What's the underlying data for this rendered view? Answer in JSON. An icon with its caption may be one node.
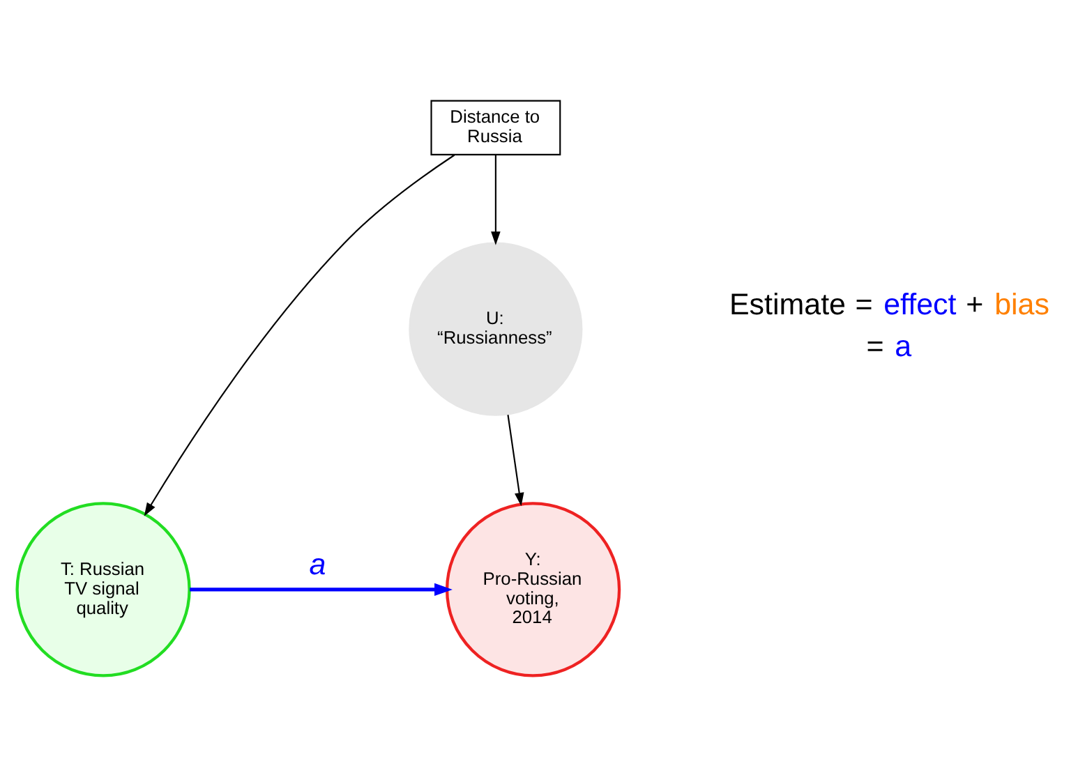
{
  "diagram": {
    "nodes": [
      {
        "text": [
          "Distance to Russia"
        ]
      },
      {
        "text": [
          "U: “Russianness”"
        ]
      },
      {
        "text": [
          "T: Russian TV signal quality"
        ]
      },
      {
        "text": [
          "Y: Pro-Russian voting, 2014"
        ]
      }
    ],
    "edges": [
      {
        "from": 0,
        "to": 1,
        "arrow": "to"
      },
      {
        "from": 0,
        "to": 2,
        "arrow": "to"
      },
      {
        "from": 1,
        "to": 3,
        "arrow": "to"
      },
      {
        "from": 2,
        "to": 3,
        "arrow": "to",
        "label": "a",
        "style": "thick",
        "color": "#0000ff"
      }
    ],
    "labels": [
      "Estimate",
      "=",
      "effect",
      "+",
      "bias",
      "=",
      "a"
    ]
  }
}
